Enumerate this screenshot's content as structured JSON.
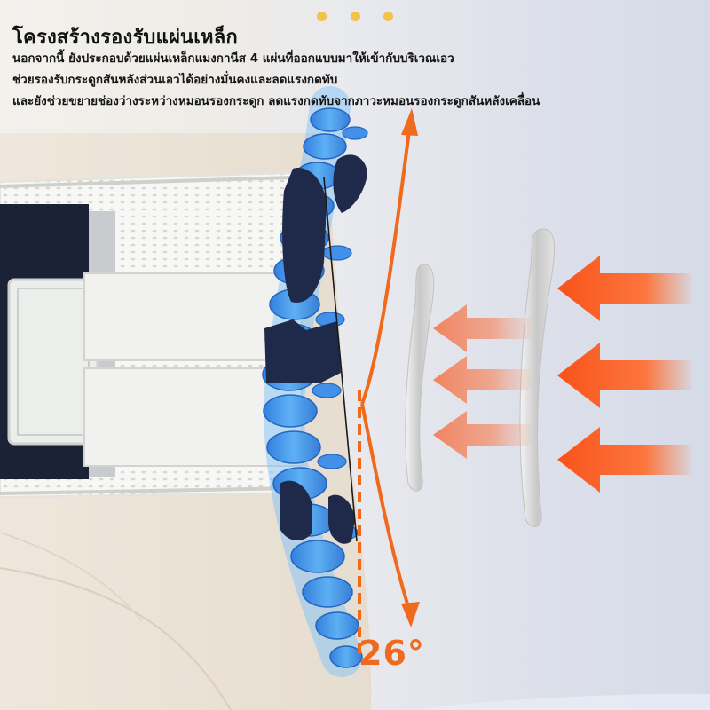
{
  "headline": "โครงสร้างรองรับแผ่นเหล็ก",
  "description_lines": [
    "นอกจากนี้ ยังประกอบด้วยแผ่นเหล็กแมงกานีส 4 แผ่นที่ออกแบบมาให้เข้ากับบริเวณเอว",
    "ช่วยรองรับกระดูกสันหลังส่วนเอวได้อย่างมั่นคงและลดแรงกดทับ",
    "และยังช่วยขยายช่องว่างระหว่างหมอนรองกระดูก ลดแรงกดทับจากภาวะหมอนรองกระดูกสันหลังเคลื่อน"
  ],
  "angle_label": "26°",
  "colors": {
    "accent_orange": "#ef6a1c",
    "spine_blue": "#3d8fe6",
    "pad_navy": "#1f2a4a",
    "dots_yellow": "#f3c24c"
  },
  "icons": [
    "pagination-dots",
    "curve-arrow-icon",
    "force-arrow-icon",
    "steel-plate-icon"
  ]
}
